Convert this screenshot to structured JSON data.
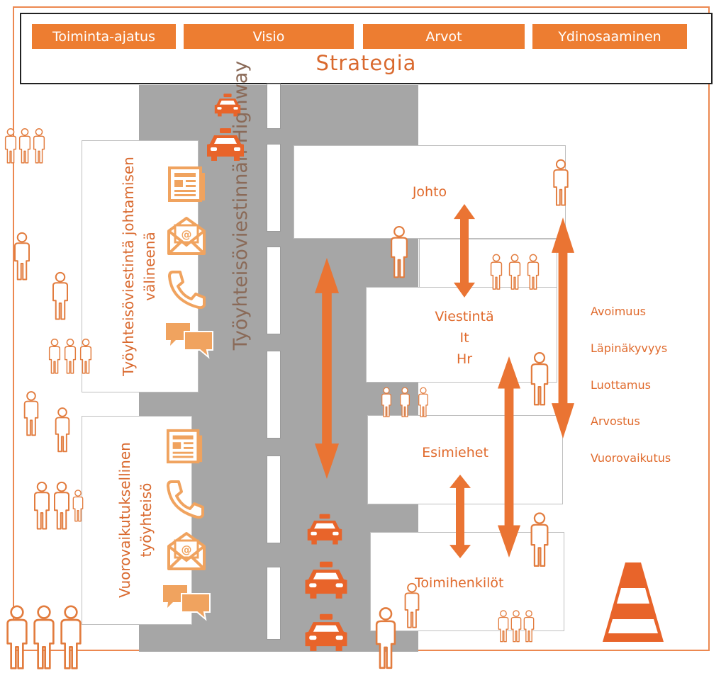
{
  "header": {
    "tags": [
      "Toiminta-ajatus",
      "Visio",
      "Arvot",
      "Ydinosaaminen"
    ],
    "title": "Strategia"
  },
  "highway": {
    "label": "Työyhteisöviestinnän  Highway"
  },
  "left_panels": [
    {
      "label": "Työyhteisöviestintä johtamisen välineenä"
    },
    {
      "label": "Vuorovaikutuksellinen työyhteisö"
    }
  ],
  "levels": {
    "johto": "Johto",
    "support": [
      "Viestintä",
      "It",
      "Hr"
    ],
    "esimiehet": "Esimiehet",
    "toimihenkilot": "Toimihenkilöt"
  },
  "values": [
    "Avoimuus",
    "Läpinäkyvyys",
    "Luottamus",
    "Arvostus",
    "Vuorovaikutus"
  ],
  "colors": {
    "accent": "#ed7d31",
    "road": "#a6a6a6",
    "text": "#e06a2c"
  },
  "icons": [
    "taxi-icon",
    "newspaper-icon",
    "email-icon",
    "phone-icon",
    "chat-icon",
    "person-icon",
    "people-group-icon",
    "traffic-cone-icon",
    "double-arrow-icon"
  ]
}
